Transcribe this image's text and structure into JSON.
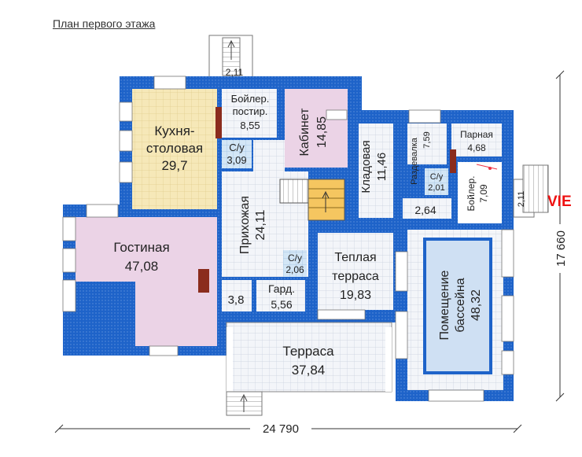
{
  "title": "План первого этажа",
  "dimensions": {
    "width": "24 790",
    "height": "17 660"
  },
  "watermark": "VIE",
  "rooms": {
    "kitchen": {
      "name_line1": "Кухня-",
      "name_line2": "столовая",
      "area": "29,7"
    },
    "living": {
      "name": "Гостиная",
      "area": "47,08"
    },
    "boiler": {
      "name_line1": "Бойлер.",
      "name_line2": "постир.",
      "area": "8,55"
    },
    "cabinet": {
      "name": "Кабинет",
      "area": "14,85"
    },
    "wc1": {
      "name": "С/у",
      "area": "3,09"
    },
    "hall": {
      "name": "Прихожая",
      "area": "24,11"
    },
    "pantry": {
      "name": "Кладовая",
      "area": "11,46"
    },
    "changing": {
      "name": "Раздевалка",
      "area": "7,59"
    },
    "sauna": {
      "name": "Парная",
      "area": "4,68"
    },
    "wc2": {
      "name": "С/у",
      "area": "2,01"
    },
    "boiler2": {
      "name": "Бойлер.",
      "area": "7,09"
    },
    "small264": {
      "area": "2,64"
    },
    "warm_terrace": {
      "name_line1": "Теплая",
      "name_line2": "терраса",
      "area": "19,83"
    },
    "wc3": {
      "name": "С/у",
      "area": "2,06"
    },
    "garderobe": {
      "name": "Гард.",
      "area": "5,56"
    },
    "small38": {
      "area": "3,8"
    },
    "pool": {
      "name_line1": "Помещение",
      "name_line2": "бассейна",
      "area": "48,32"
    },
    "terrace": {
      "name": "Терраса",
      "area": "37,84"
    },
    "porch_top": {
      "area": "2,11"
    },
    "porch_right": {
      "area": "2,11"
    }
  },
  "colors": {
    "wall": "#1e63c9",
    "kitchen_floor": "#f6e8b8",
    "living_floor": "#ebd3e6",
    "pool_water": "#cfe0f3",
    "grid": "#cfd6e6"
  }
}
